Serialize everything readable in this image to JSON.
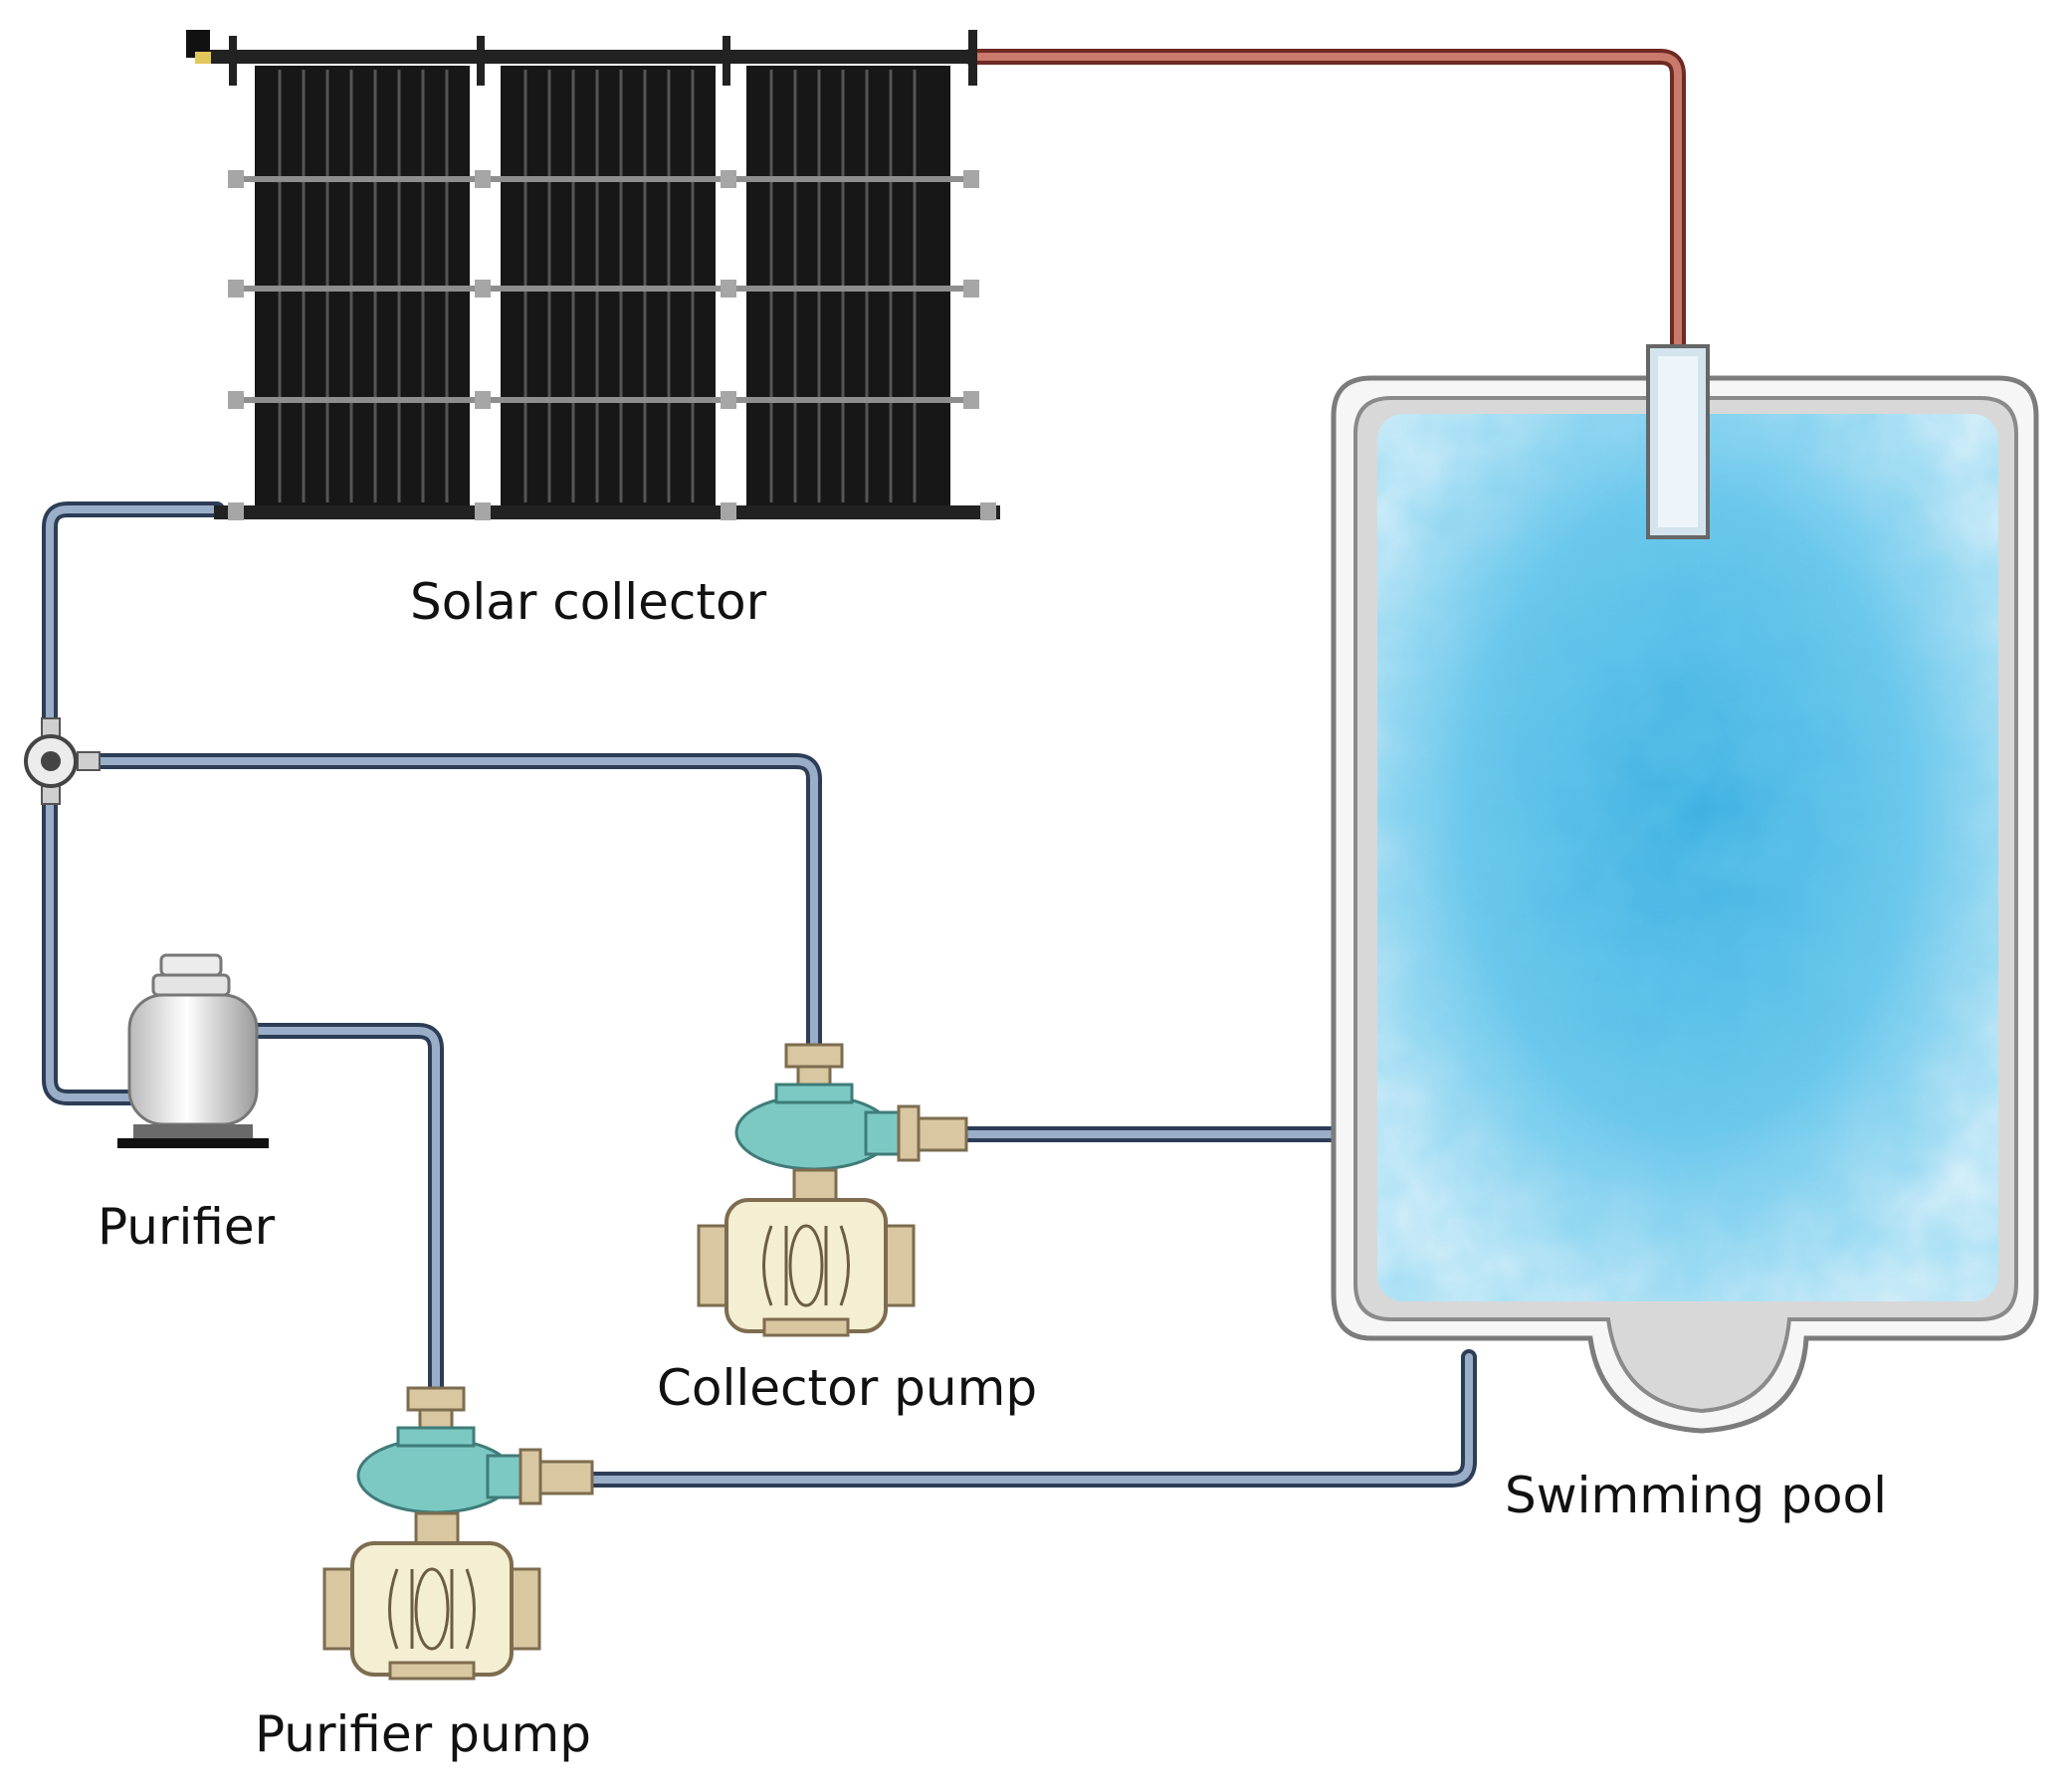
{
  "labels": {
    "solar_collector": "Solar collector",
    "purifier": "Purifier",
    "collector_pump": "Collector pump",
    "purifier_pump": "Purifier pump",
    "swimming_pool": "Swimming pool"
  },
  "colors": {
    "hot_pipe": "#a8453a",
    "cold_pipe": "#3b4f6b",
    "panel": "#1a1a1a",
    "pump_body": "#7cc9c4",
    "motor_body": "#f3eccb",
    "motor_frame": "#cbb997",
    "water": "#5fc0e8"
  }
}
